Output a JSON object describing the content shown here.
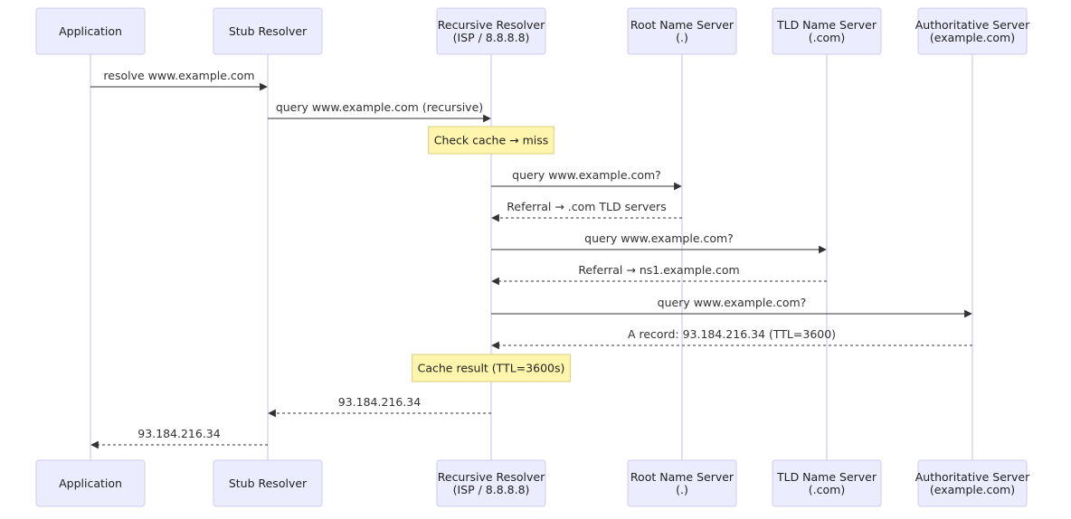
{
  "participants": [
    {
      "id": "app",
      "lines": [
        "Application"
      ]
    },
    {
      "id": "stub",
      "lines": [
        "Stub Resolver"
      ]
    },
    {
      "id": "rec",
      "lines": [
        "Recursive Resolver",
        "(ISP / 8.8.8.8)"
      ]
    },
    {
      "id": "root",
      "lines": [
        "Root Name Server",
        "(.)"
      ]
    },
    {
      "id": "tld",
      "lines": [
        "TLD Name Server",
        "(.com)"
      ]
    },
    {
      "id": "auth",
      "lines": [
        "Authoritative Server",
        "(example.com)"
      ]
    }
  ],
  "steps": [
    {
      "kind": "message",
      "from": "app",
      "to": "stub",
      "text": "resolve www.example.com",
      "style": "solid"
    },
    {
      "kind": "message",
      "from": "stub",
      "to": "rec",
      "text": "query www.example.com (recursive)",
      "style": "solid"
    },
    {
      "kind": "note",
      "over": "rec",
      "text": "Check cache → miss"
    },
    {
      "kind": "message",
      "from": "rec",
      "to": "root",
      "text": "query www.example.com?",
      "style": "solid"
    },
    {
      "kind": "message",
      "from": "root",
      "to": "rec",
      "text": "Referral → .com TLD servers",
      "style": "dashed"
    },
    {
      "kind": "message",
      "from": "rec",
      "to": "tld",
      "text": "query www.example.com?",
      "style": "solid"
    },
    {
      "kind": "message",
      "from": "tld",
      "to": "rec",
      "text": "Referral → ns1.example.com",
      "style": "dashed"
    },
    {
      "kind": "message",
      "from": "rec",
      "to": "auth",
      "text": "query www.example.com?",
      "style": "solid"
    },
    {
      "kind": "message",
      "from": "auth",
      "to": "rec",
      "text": "A record: 93.184.216.34 (TTL=3600)",
      "style": "dashed"
    },
    {
      "kind": "note",
      "over": "rec",
      "text": "Cache result (TTL=3600s)"
    },
    {
      "kind": "message",
      "from": "rec",
      "to": "stub",
      "text": "93.184.216.34",
      "style": "dashed"
    },
    {
      "kind": "message",
      "from": "stub",
      "to": "app",
      "text": "93.184.216.34",
      "style": "dashed"
    }
  ]
}
